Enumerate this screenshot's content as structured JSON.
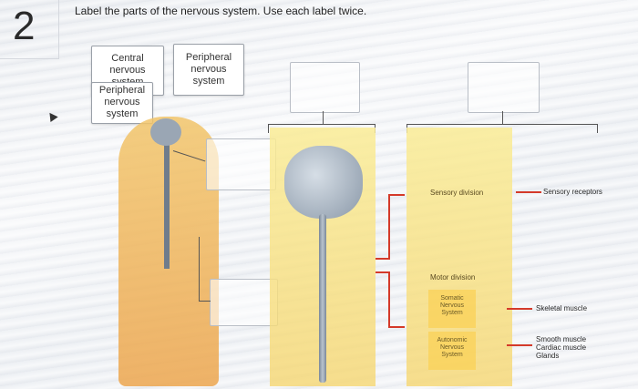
{
  "question": {
    "number": "2",
    "instruction": "Label the parts of the nervous system. Use each label twice."
  },
  "labels": [
    {
      "text": "Central nervous system"
    },
    {
      "text": "Peripheral nervous system"
    },
    {
      "text": "Peripheral nervous system"
    }
  ],
  "diagram": {
    "sensory_division": "Sensory division",
    "motor_division": "Motor division",
    "somatic": "Somatic Nervous System",
    "autonomic": "Autonomic Nervous System",
    "sensory_receptors": "Sensory receptors",
    "skeletal_muscle": "Skeletal muscle",
    "smooth_muscle": "Smooth muscle",
    "cardiac_muscle": "Cardiac muscle",
    "glands": "Glands"
  },
  "colors": {
    "panel": "#f6d66e",
    "arrow": "#d43a2a",
    "body": "#eda64e",
    "brain": "#8a98a8"
  }
}
